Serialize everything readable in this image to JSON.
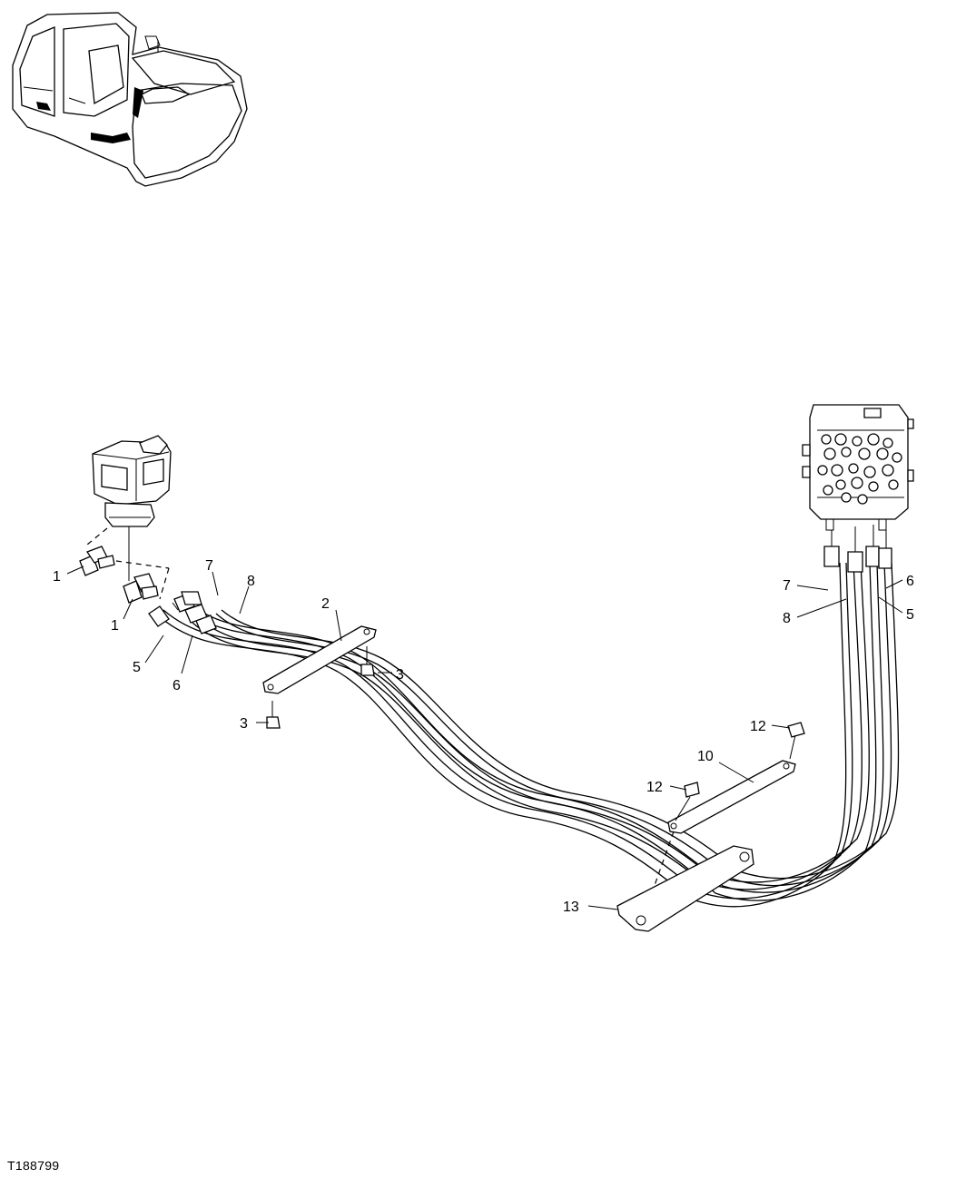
{
  "figure_id": "T188799",
  "callouts": {
    "c1a": "1",
    "c1b": "1",
    "c2": "2",
    "c3a": "3",
    "c3b": "3",
    "c5a": "5",
    "c6a": "6",
    "c7a": "7",
    "c8a": "8",
    "c7b": "7",
    "c8b": "8",
    "c6b": "6",
    "c5b": "5",
    "c12a": "12",
    "c12b": "12",
    "c10": "10",
    "c13": "13"
  }
}
